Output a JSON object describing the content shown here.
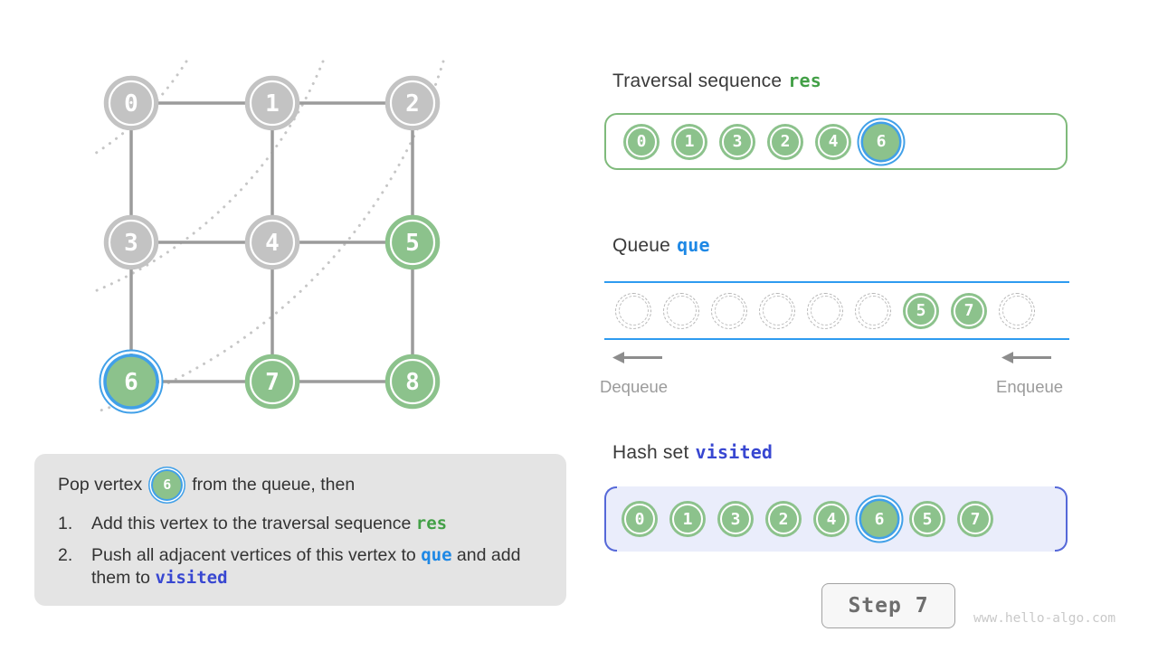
{
  "colors": {
    "node_green": "#8cc28c",
    "node_gray": "#c3c3c3",
    "highlight_blue": "#41a0e8",
    "edge_gray": "#9b9b9b",
    "arc_dot_gray": "#c6c6c6",
    "res_green": "#43a047",
    "que_blue": "#1e88e5",
    "visited_indigo": "#3847d1",
    "queue_line_blue": "#2e9bf0",
    "hash_bracket_blue": "#5568d8"
  },
  "graph": {
    "vertices": [
      {
        "label": "0",
        "state": "gray",
        "highlighted": false
      },
      {
        "label": "1",
        "state": "gray",
        "highlighted": false
      },
      {
        "label": "2",
        "state": "gray",
        "highlighted": false
      },
      {
        "label": "3",
        "state": "gray",
        "highlighted": false
      },
      {
        "label": "4",
        "state": "gray",
        "highlighted": false
      },
      {
        "label": "5",
        "state": "green",
        "highlighted": false
      },
      {
        "label": "6",
        "state": "green",
        "highlighted": true
      },
      {
        "label": "7",
        "state": "green",
        "highlighted": false
      },
      {
        "label": "8",
        "state": "green",
        "highlighted": false
      }
    ],
    "edges": [
      [
        0,
        1
      ],
      [
        1,
        2
      ],
      [
        3,
        4
      ],
      [
        4,
        5
      ],
      [
        6,
        7
      ],
      [
        7,
        8
      ],
      [
        0,
        3
      ],
      [
        1,
        4
      ],
      [
        2,
        5
      ],
      [
        3,
        6
      ],
      [
        4,
        7
      ],
      [
        5,
        8
      ]
    ]
  },
  "traversal": {
    "title": "Traversal sequence",
    "code": "res",
    "items": [
      {
        "label": "0",
        "highlighted": false
      },
      {
        "label": "1",
        "highlighted": false
      },
      {
        "label": "3",
        "highlighted": false
      },
      {
        "label": "2",
        "highlighted": false
      },
      {
        "label": "4",
        "highlighted": false
      },
      {
        "label": "6",
        "highlighted": true
      }
    ]
  },
  "queue": {
    "title": "Queue",
    "code": "que",
    "slots": [
      null,
      null,
      null,
      null,
      null,
      null,
      "5",
      "7",
      null
    ],
    "dequeue_label": "Dequeue",
    "enqueue_label": "Enqueue"
  },
  "hashset": {
    "title": "Hash set",
    "code": "visited",
    "items": [
      {
        "label": "0",
        "highlighted": false
      },
      {
        "label": "1",
        "highlighted": false
      },
      {
        "label": "3",
        "highlighted": false
      },
      {
        "label": "2",
        "highlighted": false
      },
      {
        "label": "4",
        "highlighted": false
      },
      {
        "label": "6",
        "highlighted": true
      },
      {
        "label": "5",
        "highlighted": false
      },
      {
        "label": "7",
        "highlighted": false
      }
    ]
  },
  "explanation": {
    "line1_before": "Pop vertex",
    "vertex_label": "6",
    "line1_after": "from the queue, then",
    "items": [
      {
        "num": "1.",
        "text1": "Add this vertex to the traversal sequence ",
        "code1": "res",
        "text2": "",
        "code2": ""
      },
      {
        "num": "2.",
        "text1": "Push all adjacent vertices of this vertex to ",
        "code1": "que",
        "text2": " and add them to ",
        "code2": "visited"
      }
    ]
  },
  "footer": {
    "step_label": "Step 7",
    "watermark": "www.hello-algo.com"
  }
}
